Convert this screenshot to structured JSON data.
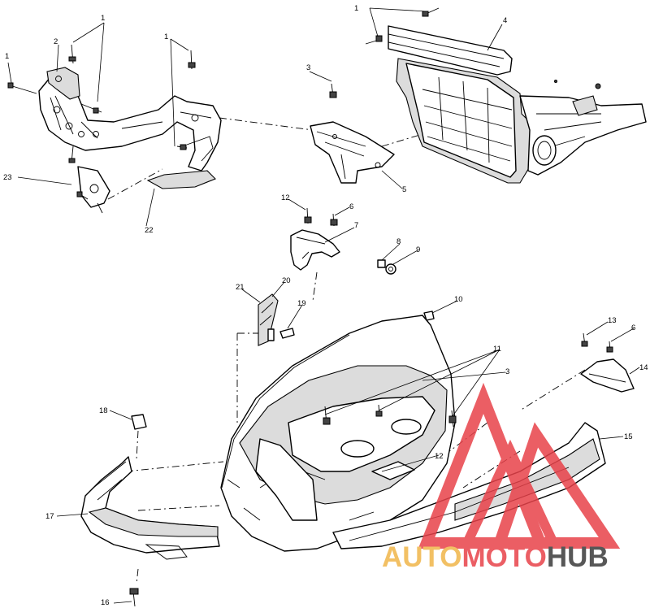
{
  "callouts": {
    "n1a": "1",
    "n1b": "1",
    "n1c": "1",
    "n1d": "1",
    "n2": "2",
    "n3a": "3",
    "n3b": "3",
    "n4": "4",
    "n5": "5",
    "n6a": "6",
    "n6b": "6",
    "n7": "7",
    "n8": "8",
    "n9": "9",
    "n10": "10",
    "n11": "11",
    "n12a": "12",
    "n12b": "12",
    "n13": "13",
    "n14": "14",
    "n15": "15",
    "n16": "16",
    "n17": "17",
    "n18": "18",
    "n19": "19",
    "n20": "20",
    "n21": "21",
    "n22": "22",
    "n23": "23"
  },
  "watermark": {
    "word1": "AUTO",
    "word2": "MOTO",
    "word3": "HUB",
    "color_primary": "#e8424a",
    "color_secondary": "#f0b64a",
    "color_tertiary": "#3a3a3a"
  }
}
